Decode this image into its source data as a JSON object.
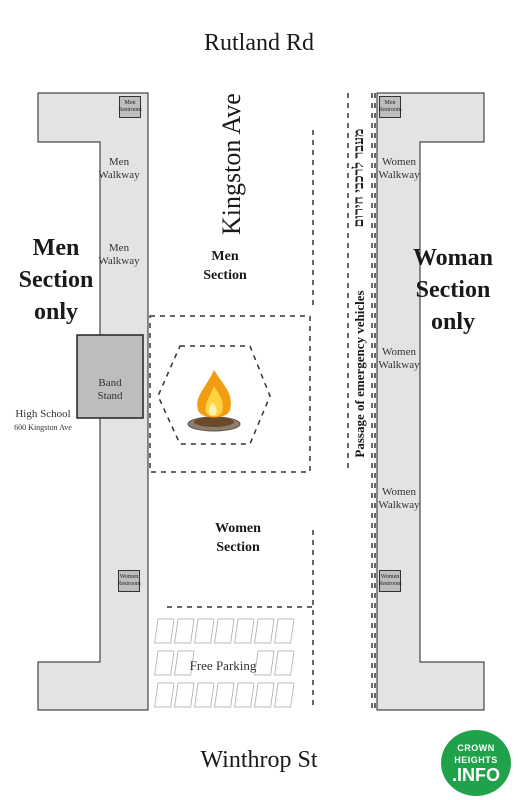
{
  "streets": {
    "top": "Rutland Rd",
    "bottom": "Winthrop St",
    "avenue": "Kingston Ave"
  },
  "left_side": {
    "restroom_top": "Men Restroom",
    "walkway_1": [
      "Men",
      "Walkway"
    ],
    "walkway_2": [
      "Men",
      "Walkway"
    ],
    "section_label": [
      "Men",
      "Section",
      "only"
    ],
    "band_stand": [
      "Band",
      "Stand"
    ],
    "school": [
      "High School",
      "600 Kingston Ave"
    ],
    "restroom_bottom": "Women Restroom"
  },
  "center": {
    "men_section": [
      "Men",
      "Section"
    ],
    "women_section": [
      "Women",
      "Section"
    ],
    "free_parking": "Free Parking"
  },
  "right_side": {
    "restroom_top": "Men Restroom",
    "walkway_1": [
      "Women",
      "Walkway"
    ],
    "walkway_2": [
      "Women",
      "Walkway"
    ],
    "walkway_3": [
      "Women",
      "Walkway"
    ],
    "section_label": [
      "Woman",
      "Section",
      "only"
    ],
    "restroom_bottom": "Women Restroom",
    "emergency_passage": "Passage of emergency vehicles",
    "hebrew_label": "מעבר לרכבי חירום"
  },
  "logo": [
    "CROWN",
    "HEIGHTS",
    ".INFO"
  ],
  "colors": {
    "walkway_gray": "#e3e3e3",
    "band_stand_gray": "#bdbdbd",
    "logo_green": "#1fa24a",
    "fire_orange": "#f39c12"
  },
  "icons": [
    "bonfire-icon"
  ]
}
